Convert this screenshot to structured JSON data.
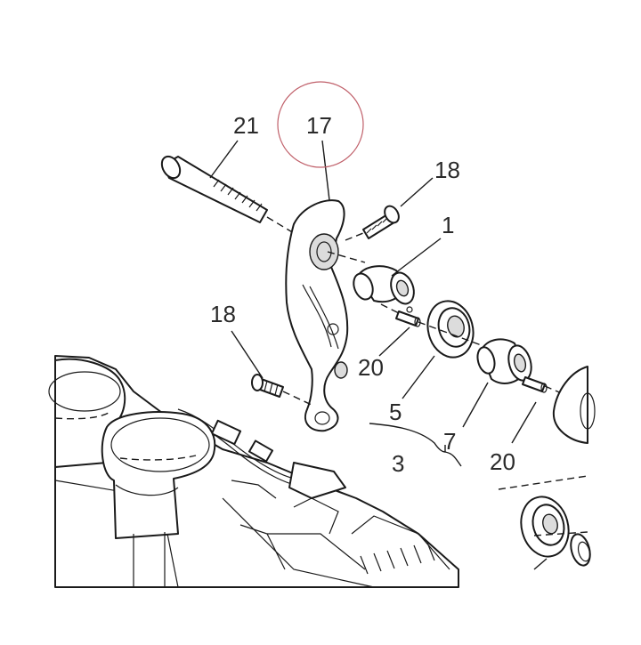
{
  "callouts": {
    "c21": "21",
    "c17": "17",
    "c18_top": "18",
    "c1": "1",
    "c18_left": "18",
    "c20_mid": "20",
    "c5": "5",
    "c7": "7",
    "c20_right": "20",
    "c3": "3"
  },
  "colors": {
    "highlight_circle": "#c0606a",
    "line": "#1a1a1a",
    "text": "#2a2a2a"
  }
}
